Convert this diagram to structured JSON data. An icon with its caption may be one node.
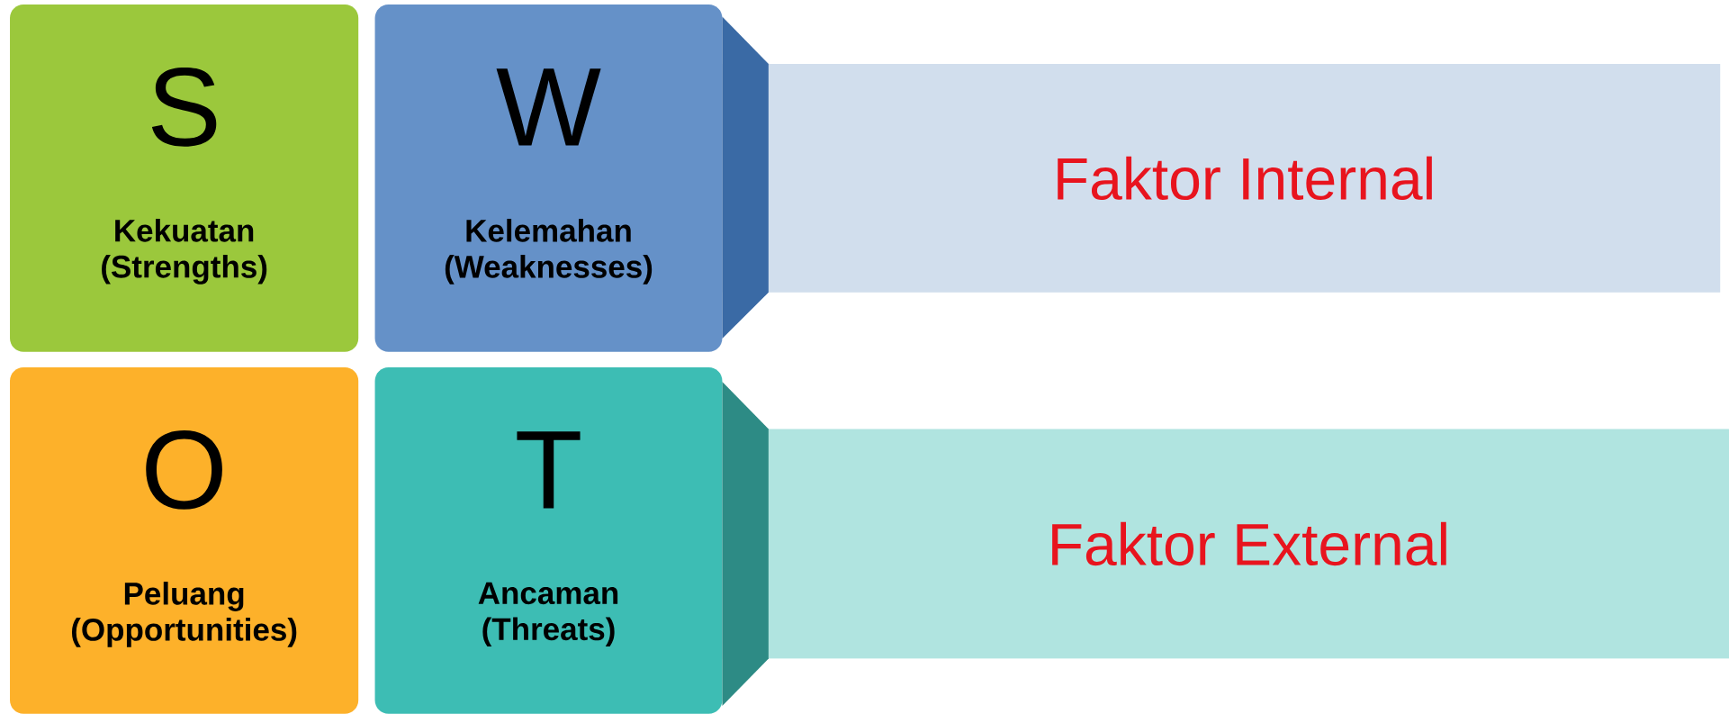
{
  "diagram": {
    "nodes": [
      {
        "text": [
          "S",
          "Kekuatan (Strengths)"
        ]
      },
      {
        "text": [
          "W",
          "Kelemahan (Weaknesses)"
        ]
      },
      {
        "text": [
          "Faktor Internal"
        ]
      },
      {
        "text": [
          "O",
          "Peluang (Opportunities)"
        ]
      },
      {
        "text": [
          "T",
          "Ancaman (Threats)"
        ]
      },
      {
        "text": [
          "Faktor External"
        ]
      }
    ]
  }
}
